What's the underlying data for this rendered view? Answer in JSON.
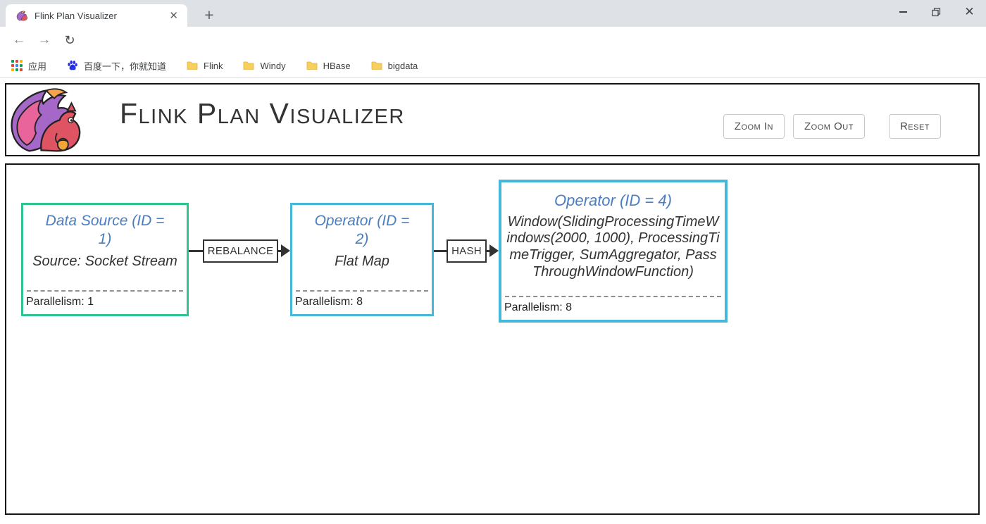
{
  "browser": {
    "tab_title": "Flink Plan Visualizer",
    "url_host": "https://flink.apache.org",
    "url_path": "/visualizer/"
  },
  "bookmarks": {
    "items": [
      {
        "label": "应用",
        "icon": "apps-grid-icon"
      },
      {
        "label": "百度一下，你就知道",
        "icon": "baidu-paw-icon"
      },
      {
        "label": "Flink",
        "icon": "folder-icon"
      },
      {
        "label": "Windy",
        "icon": "folder-icon"
      },
      {
        "label": "HBase",
        "icon": "folder-icon"
      },
      {
        "label": "bigdata",
        "icon": "folder-icon"
      }
    ]
  },
  "header": {
    "title": "Flink Plan Visualizer",
    "buttons": {
      "zoom_in": "Zoom In",
      "zoom_out": "Zoom Out",
      "reset": "Reset"
    }
  },
  "graph": {
    "nodes": [
      {
        "title": "Data Source (ID = 1)",
        "subtitle": "Source: Socket Stream",
        "parallelism": "Parallelism: 1",
        "border_color": "#2fc48d"
      },
      {
        "title": "Operator (ID = 2)",
        "subtitle": "Flat Map",
        "parallelism": "Parallelism: 8",
        "border_color": "#45b8d9"
      },
      {
        "title": "Operator (ID = 4)",
        "subtitle": "Window(SlidingProcessingTimeWindows(2000, 1000), ProcessingTimeTrigger, SumAggregator, PassThroughWindowFunction)",
        "parallelism": "Parallelism: 8",
        "border_color": "#45b8d9"
      }
    ],
    "edges": [
      {
        "label": "REBALANCE"
      },
      {
        "label": "HASH"
      }
    ]
  },
  "colors": {
    "node_source_border": "#2fc48d",
    "node_operator_border": "#45b8d9",
    "node_title_blue": "#4a7ec1",
    "edge_color": "#333333",
    "bookmark_star_blue": "#1a73e8",
    "folder_yellow": "#f6cf5e"
  }
}
